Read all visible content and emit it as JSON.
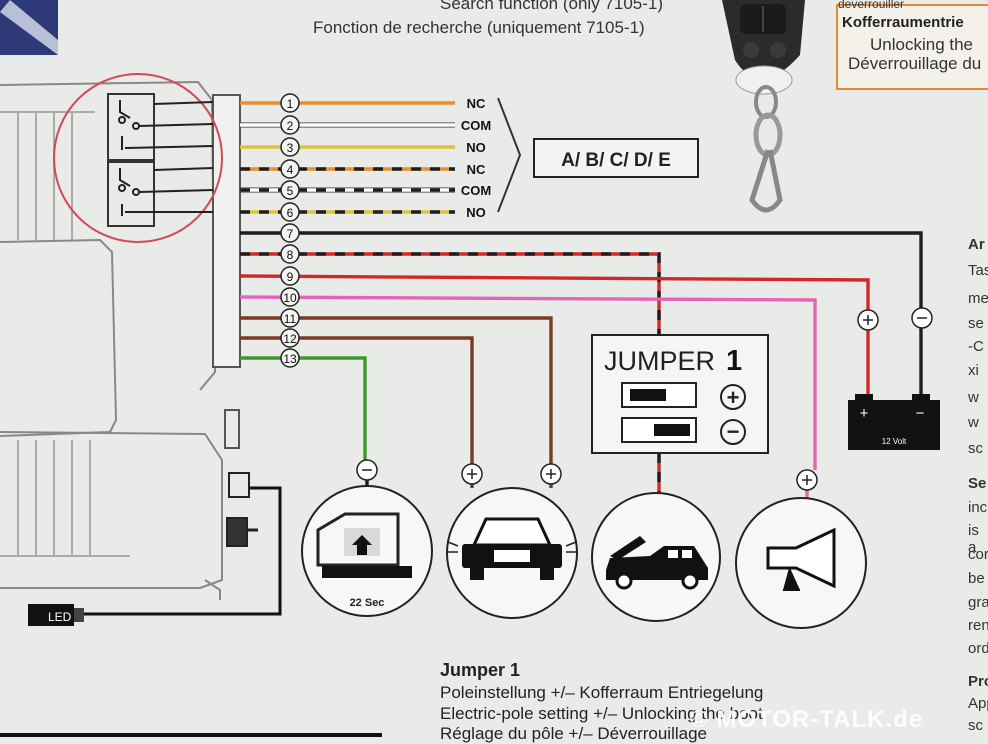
{
  "header": {
    "search_en": "Search function (only 7105-1)",
    "search_fr": "Fonction de recherche (uniquement 7105-1)"
  },
  "trunk_notice": {
    "cap": "deverrouiller",
    "title": "Kofferraumentrie",
    "line_en": "Unlocking the",
    "line_fr": "Déverrouillage du"
  },
  "relay_outputs": [
    {
      "pin": "1",
      "label": "NC"
    },
    {
      "pin": "2",
      "label": "COM"
    },
    {
      "pin": "3",
      "label": "NO"
    },
    {
      "pin": "4",
      "label": "NC"
    },
    {
      "pin": "5",
      "label": "COM"
    },
    {
      "pin": "6",
      "label": "NO"
    }
  ],
  "other_pins": [
    "7",
    "8",
    "9",
    "10",
    "11",
    "12",
    "13"
  ],
  "channel_box": "A/ B/ C/ D/ E",
  "jumper_box": {
    "title": "JUMPER",
    "number": "1",
    "plus": "+",
    "minus": "−"
  },
  "battery": {
    "label": "12 Volt",
    "plus": "+",
    "minus": "−"
  },
  "window_label": "22 Sec",
  "led_label": "LED",
  "right_column": [
    "Ar",
    "Tas",
    "me",
    "se",
    "-C",
    "xi",
    "w",
    "w",
    "sc",
    "Se",
    "inc",
    "is a",
    "cor",
    "be",
    "gra",
    "ren",
    "ord",
    "Pro",
    "App",
    "sc"
  ],
  "bottom_text": {
    "title": "Jumper 1",
    "line_de": "Poleinstellung +/– Kofferraum Entriegelung",
    "line_en": "Electric-pole setting +/– Unlocking the boot",
    "line_fr": "Réglage du pôle +/– Déverrouillage"
  },
  "watermark": "© MOTOR-TALK.de",
  "colors": {
    "orange": "#e8902e",
    "yellow": "#d9c43a",
    "black": "#1e1e1e",
    "red": "#d2282a",
    "pink": "#e266b8",
    "brown": "#7a3a25",
    "green": "#3a9a2a",
    "notice_border": "#e58a2c",
    "relay_circle": "#d24a58"
  }
}
